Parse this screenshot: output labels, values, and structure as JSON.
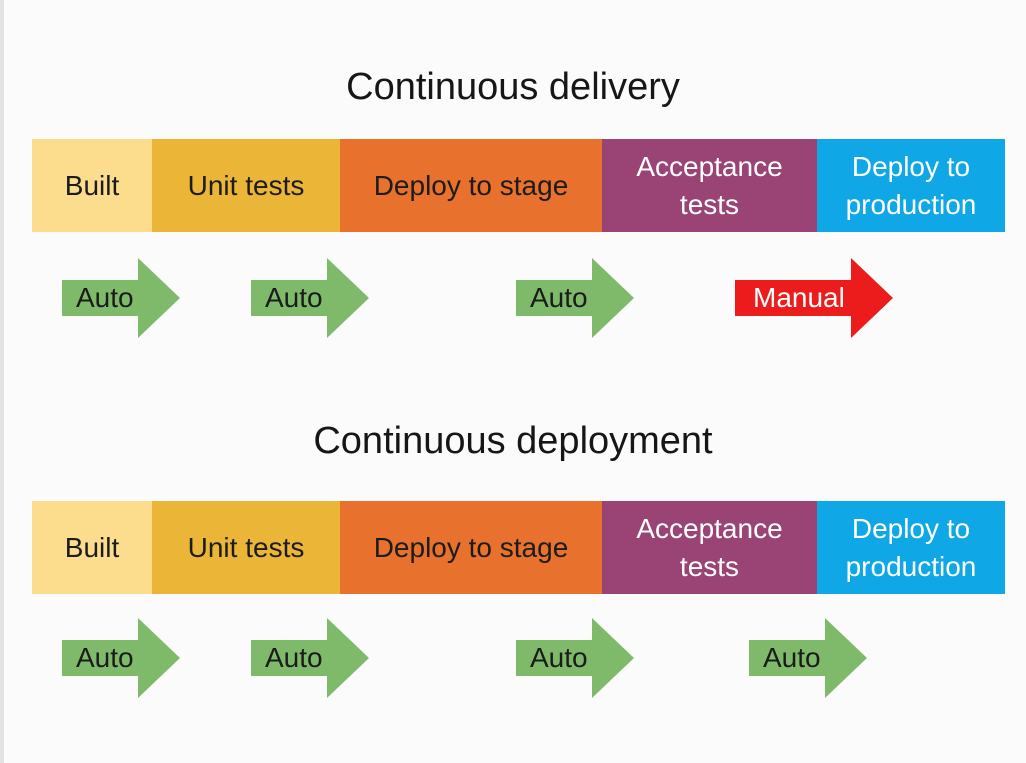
{
  "sections": [
    {
      "title": "Continuous delivery",
      "stages": [
        "Built",
        "Unit tests",
        "Deploy to stage",
        "Acceptance tests",
        "Deploy to production"
      ],
      "arrows": [
        "Auto",
        "Auto",
        "Auto",
        "Manual"
      ]
    },
    {
      "title": "Continuous deployment",
      "stages": [
        "Built",
        "Unit tests",
        "Deploy to stage",
        "Acceptance tests",
        "Deploy to production"
      ],
      "arrows": [
        "Auto",
        "Auto",
        "Auto",
        "Auto"
      ]
    }
  ],
  "colors": {
    "built": "#fcdd8d",
    "unit_tests": "#ebb637",
    "deploy_stage": "#e8712d",
    "acceptance": "#9a4476",
    "production": "#0fa7e6",
    "auto_arrow": "#7fba6a",
    "manual_arrow": "#ec1c1c"
  }
}
